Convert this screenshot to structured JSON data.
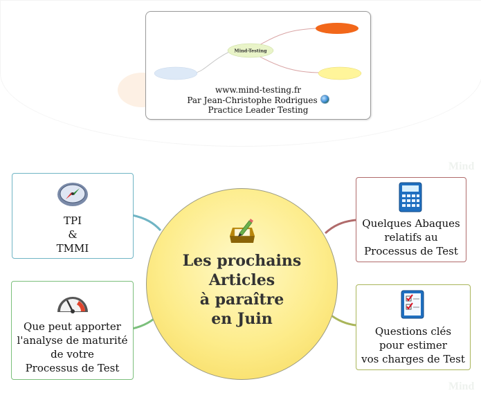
{
  "header": {
    "url": "www.mind-testing.fr",
    "author": "Par Jean-Christophe Rodrigues",
    "role": "Practice Leader Testing",
    "thumbnail": {
      "center_label": "Mind-Testing"
    },
    "globe_icon": "globe-icon"
  },
  "watermark": {
    "text": "Mind"
  },
  "central": {
    "icon": "edit-notepad-icon",
    "title_lines": [
      "Les prochains",
      "Articles",
      "à paraître",
      "en Juin"
    ]
  },
  "branches": {
    "tpi": {
      "icon": "compass-icon",
      "lines": [
        "TPI",
        "&",
        "TMMI"
      ],
      "color": "#6fb4c4"
    },
    "maturity": {
      "icon": "gauge-icon",
      "lines": [
        "Que peut apporter",
        "l'analyse de maturité",
        "de votre",
        "Processus de Test"
      ],
      "color": "#7bbf7b"
    },
    "abaques": {
      "icon": "calculator-icon",
      "lines": [
        "Quelques Abaques",
        "relatifs au",
        "Processus de Test"
      ],
      "color": "#b06b6b"
    },
    "questions": {
      "icon": "checklist-icon",
      "lines": [
        "Questions clés",
        "pour estimer",
        "vos charges de Test"
      ],
      "color": "#a9b55a"
    }
  }
}
